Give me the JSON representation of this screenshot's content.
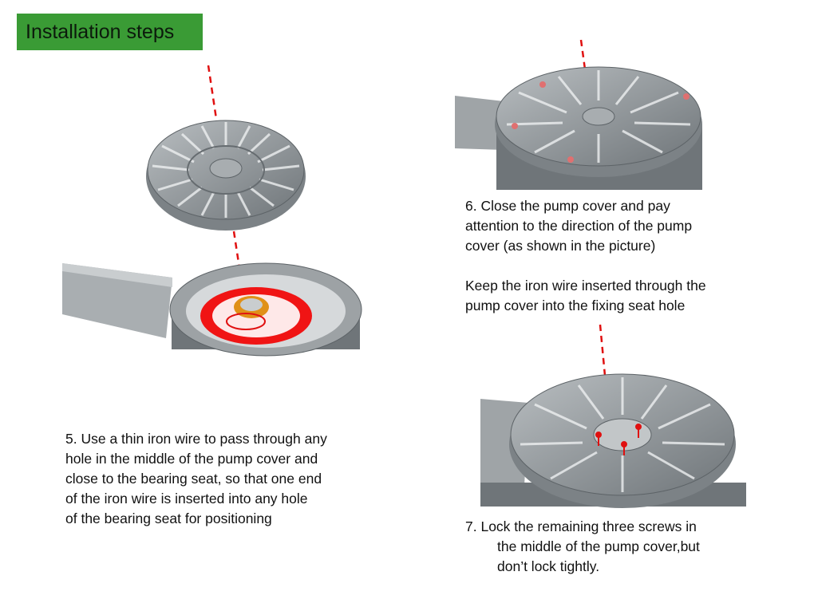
{
  "header": {
    "title": "Installation steps"
  },
  "steps": {
    "step5": {
      "lines": [
        "5. Use a thin iron wire to pass through any",
        "hole in the middle of the pump cover and",
        "close to the bearing seat, so that one end",
        "of the iron wire is inserted into any hole",
        "of the bearing seat for positioning"
      ]
    },
    "step6": {
      "lines": [
        "6. Close the pump cover and pay",
        "attention to the direction of the pump",
        "cover (as shown in the picture)"
      ],
      "note_lines": [
        "Keep the iron wire inserted through the",
        "pump cover into the fixing seat hole"
      ]
    },
    "step7": {
      "lines": [
        "7.  Lock the remaining three screws in",
        "the middle of the pump cover,but",
        "don’t lock tightly."
      ]
    }
  },
  "colors": {
    "title_bg": "#3a9b35",
    "guide_line": "#e01010",
    "metal": "#8e9497"
  }
}
